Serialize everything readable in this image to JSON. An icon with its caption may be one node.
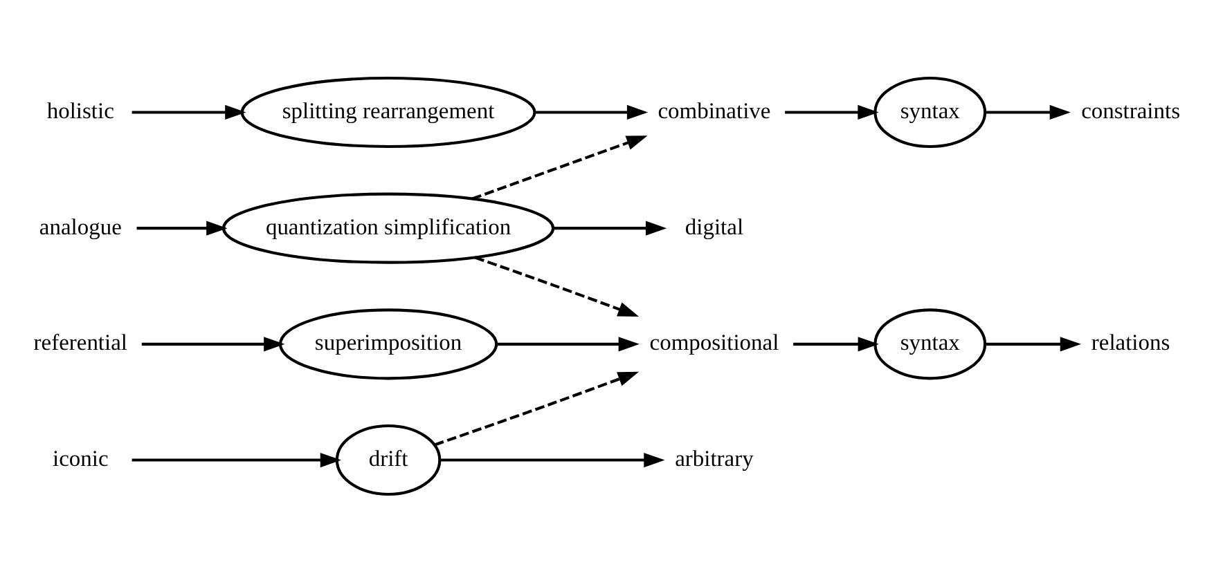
{
  "diagram": {
    "nodes": [
      {
        "text": [
          "holistic"
        ]
      },
      {
        "text": [
          "splitting rearrangement"
        ]
      },
      {
        "text": [
          "combinative"
        ]
      },
      {
        "text": [
          "syntax"
        ]
      },
      {
        "text": [
          "constraints"
        ]
      },
      {
        "text": [
          "analogue"
        ]
      },
      {
        "text": [
          "quantization simplification"
        ]
      },
      {
        "text": [
          "digital"
        ]
      },
      {
        "text": [
          "referential"
        ]
      },
      {
        "text": [
          "superimposition"
        ]
      },
      {
        "text": [
          "compositional"
        ]
      },
      {
        "text": [
          "syntax"
        ]
      },
      {
        "text": [
          "relations"
        ]
      },
      {
        "text": [
          "iconic"
        ]
      },
      {
        "text": [
          "drift"
        ]
      },
      {
        "text": [
          "arbitrary"
        ]
      }
    ],
    "edges": [
      {
        "from": 0,
        "to": 1,
        "arrow": "to"
      },
      {
        "from": 1,
        "to": 2,
        "arrow": "to"
      },
      {
        "from": 2,
        "to": 3,
        "arrow": "to"
      },
      {
        "from": 3,
        "to": 4,
        "arrow": "to"
      },
      {
        "from": 5,
        "to": 6,
        "arrow": "to"
      },
      {
        "from": 6,
        "to": 7,
        "arrow": "to"
      },
      {
        "from": 6,
        "to": 2,
        "arrow": "to",
        "style": "dashed"
      },
      {
        "from": 6,
        "to": 10,
        "arrow": "to",
        "style": "dashed"
      },
      {
        "from": 8,
        "to": 9,
        "arrow": "to"
      },
      {
        "from": 9,
        "to": 10,
        "arrow": "to"
      },
      {
        "from": 10,
        "to": 11,
        "arrow": "to"
      },
      {
        "from": 11,
        "to": 12,
        "arrow": "to"
      },
      {
        "from": 13,
        "to": 14,
        "arrow": "to"
      },
      {
        "from": 14,
        "to": 10,
        "arrow": "to",
        "style": "dashed"
      },
      {
        "from": 14,
        "to": 15,
        "arrow": "to"
      }
    ]
  }
}
